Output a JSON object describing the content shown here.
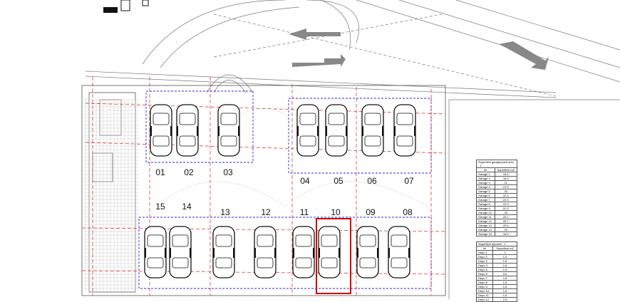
{
  "colors": {
    "grid_red": "#e02020",
    "bay_blue": "#2a2ae0",
    "highlight": "#d00000",
    "linework": "#444444"
  },
  "spots_top": [
    {
      "label": "01"
    },
    {
      "label": "02"
    },
    {
      "label": "03"
    },
    {
      "label": "04"
    },
    {
      "label": "05"
    },
    {
      "label": "06"
    },
    {
      "label": "07"
    }
  ],
  "spots_bottom": [
    {
      "label": "15"
    },
    {
      "label": "14"
    },
    {
      "label": "13"
    },
    {
      "label": "12"
    },
    {
      "label": "11"
    },
    {
      "label": "10"
    },
    {
      "label": "09"
    },
    {
      "label": "08"
    }
  ],
  "highlighted_spot": "10",
  "garage_table": {
    "title": "Superficie garage/posti auto - 1",
    "headers": [
      "Nr",
      "Superficie m2"
    ],
    "rows": [
      [
        "Garage 1",
        "15.4"
      ],
      [
        "Garage 2",
        "16.3"
      ],
      [
        "Garage 3",
        "21"
      ],
      [
        "Garage 4",
        "21.3"
      ],
      [
        "Garage 5",
        "20"
      ],
      [
        "Garage 6",
        "22.3"
      ],
      [
        "Garage 7",
        "22.3"
      ],
      [
        "Garage 8",
        "22.3"
      ],
      [
        "Garage 9",
        "22.3"
      ],
      [
        "Garage 10",
        "20"
      ],
      [
        "Garage 11",
        "20.1"
      ],
      [
        "Garage 12",
        "25.7"
      ],
      [
        "Garage 13",
        "25.4"
      ],
      [
        "Garage 14",
        "19"
      ],
      [
        "Garage 15",
        "18.3"
      ]
    ]
  },
  "depot_table": {
    "title": "Superficie depositi - 1",
    "headers": [
      "Nr",
      "Superficie m2"
    ],
    "rows": [
      [
        "Depo 1",
        "2"
      ],
      [
        "Depo 2",
        "1.5"
      ],
      [
        "Depo 3",
        "1.6"
      ],
      [
        "Depo 4",
        "1.6"
      ],
      [
        "Depo 5",
        "1.6"
      ],
      [
        "Depo 6",
        "2.6"
      ],
      [
        "Depo 7",
        "1.6"
      ],
      [
        "Depo 8",
        "1.6"
      ],
      [
        "Depo 9",
        "1.6"
      ],
      [
        "Depo 10",
        "1.6"
      ],
      [
        "Depo 11",
        "1.6"
      ],
      [
        "Depo 12",
        "2.5"
      ]
    ]
  }
}
